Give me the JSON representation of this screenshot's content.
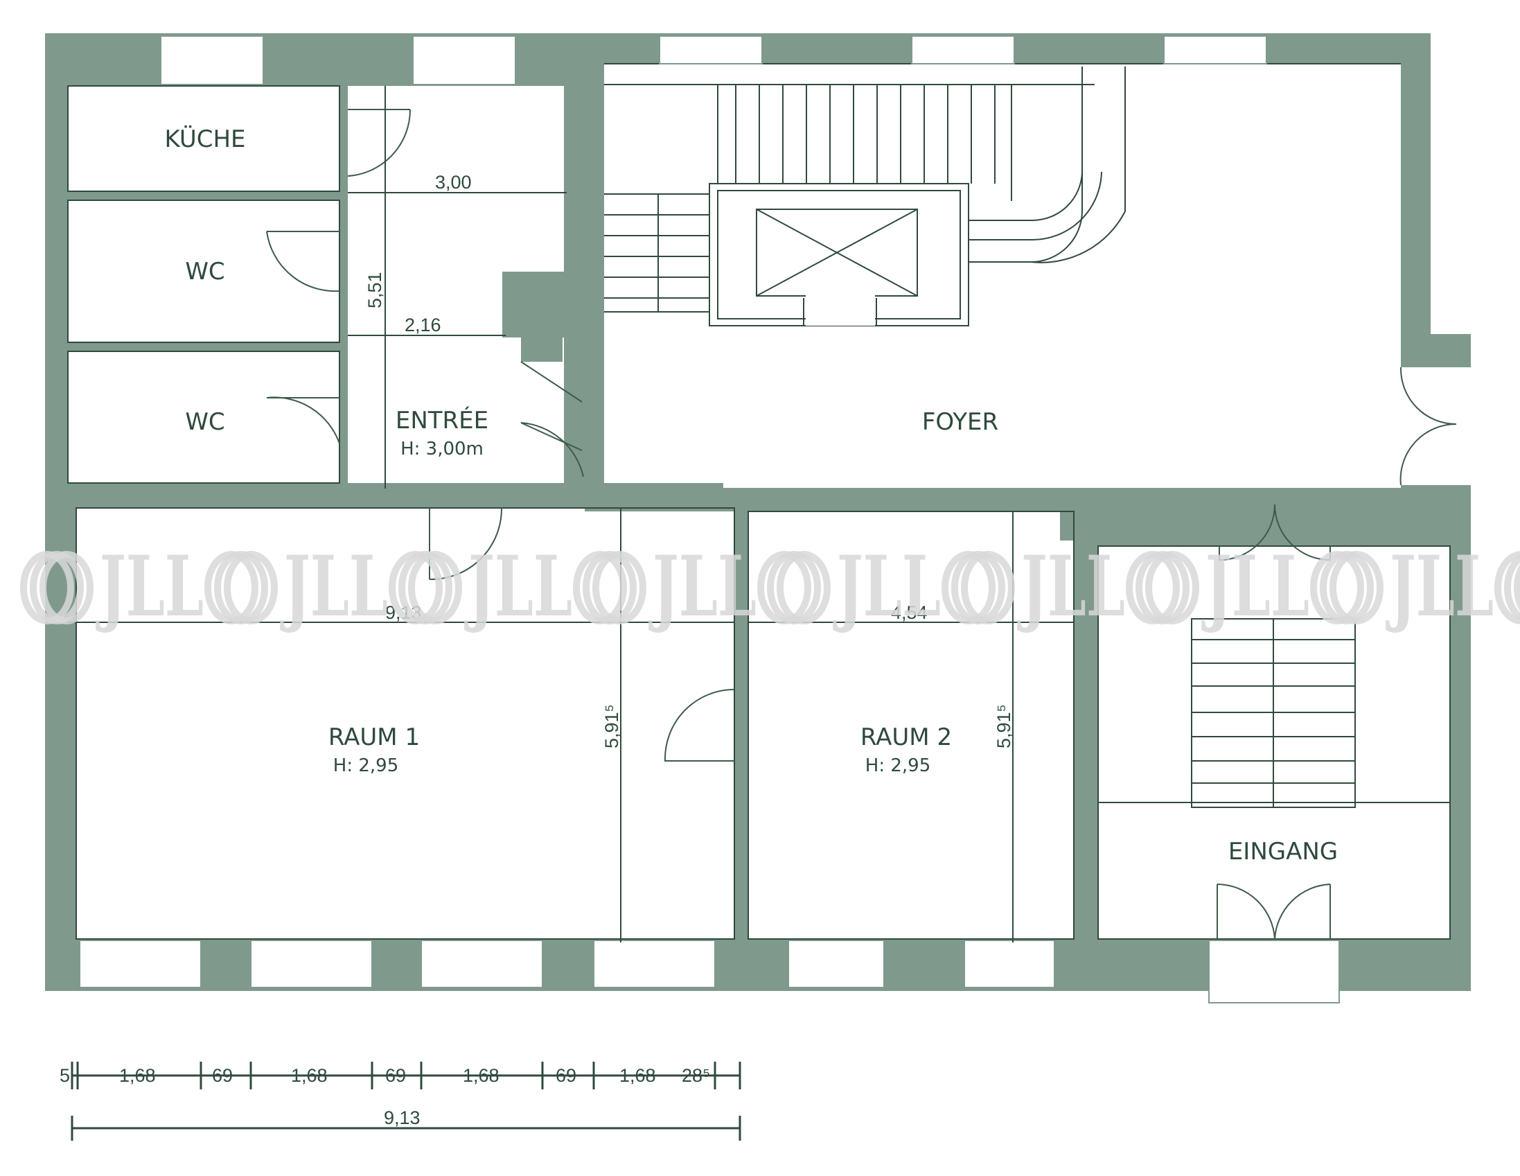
{
  "rooms": {
    "kueche": "KÜCHE",
    "wc1": "WC",
    "wc2": "WC",
    "entree": "ENTRÉE",
    "entree_height": "H: 3,00m",
    "foyer": "FOYER",
    "raum1": "RAUM 1",
    "raum1_height": "H: 2,95",
    "raum2": "RAUM 2",
    "raum2_height": "H: 2,95",
    "eingang": "EINGANG"
  },
  "dimensions": {
    "kitchen_width": "3,00",
    "entree_depth": "5,51",
    "entree_width": "2,16",
    "raum1_width": "9,13",
    "raum1_depth": "5,91⁵",
    "raum2_width": "4,54",
    "raum2_depth": "5,91⁵"
  },
  "scale_bar": {
    "segments": [
      "5",
      "1,68",
      "69",
      "1,68",
      "69",
      "1,68",
      "69",
      "1,68",
      "28⁵"
    ],
    "total": "9,13"
  },
  "watermark": {
    "text": "JLL",
    "repeat": 9
  },
  "colors": {
    "wall": "#7f9a8c",
    "line": "#2f4a3c",
    "watermark": "#d8d8d8"
  }
}
